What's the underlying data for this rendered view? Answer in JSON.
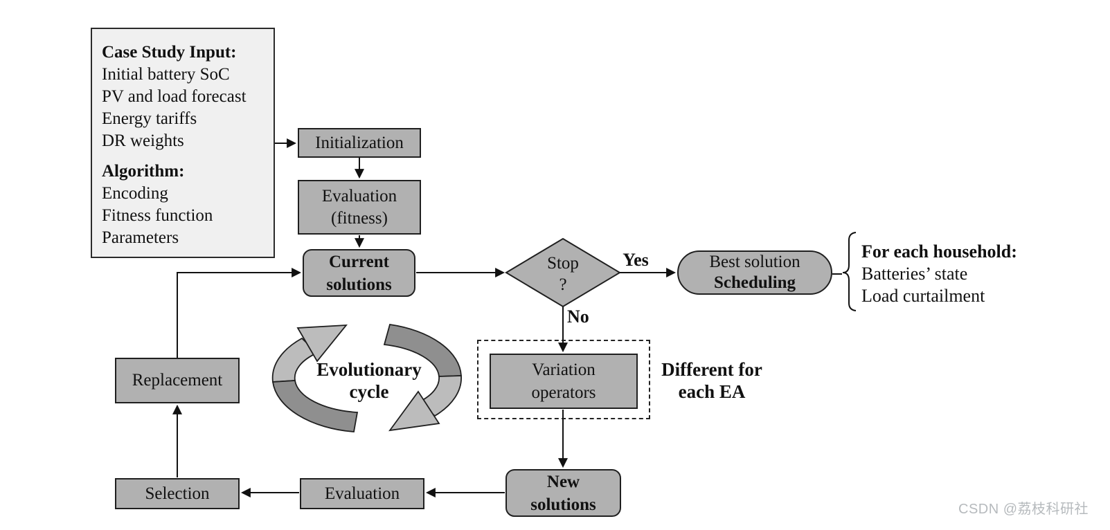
{
  "diagram": {
    "input_box": {
      "sections": [
        {
          "title": "Case Study Input:",
          "items": [
            "Initial battery SoC",
            "PV and load forecast",
            "Energy tariffs",
            "DR weights"
          ]
        },
        {
          "title": "Algorithm:",
          "items": [
            "Encoding",
            "Fitness function",
            "Parameters"
          ]
        }
      ]
    },
    "nodes": {
      "initialization": {
        "label": "Initialization"
      },
      "evaluation_fitness": {
        "lines": [
          "Evaluation",
          "(fitness)"
        ]
      },
      "current_solutions": {
        "lines": [
          "Current",
          "solutions"
        ]
      },
      "stop_decision": {
        "lines": [
          "Stop",
          "?"
        ]
      },
      "best_solution": {
        "line1": "Best solution",
        "line2": "Scheduling"
      },
      "variation_operators": {
        "lines": [
          "Variation",
          "operators"
        ]
      },
      "new_solutions": {
        "lines": [
          "New",
          "solutions"
        ]
      },
      "evaluation": {
        "label": "Evaluation"
      },
      "selection": {
        "label": "Selection"
      },
      "replacement": {
        "label": "Replacement"
      }
    },
    "edge_labels": {
      "yes": "Yes",
      "no": "No"
    },
    "annotations": {
      "household": {
        "title": "For each household:",
        "items": [
          "Batteries’ state",
          "Load curtailment"
        ]
      },
      "different_ea": {
        "lines": [
          "Different for",
          "each EA"
        ]
      },
      "evolutionary_cycle": {
        "lines": [
          "Evolutionary",
          "cycle"
        ]
      }
    },
    "colors": {
      "node_fill": "#b1b1b1",
      "input_box_fill": "#f0f0f0",
      "border": "#1f1f1f",
      "cycle_light": "#bcbcbc",
      "cycle_dark": "#8f8f8f",
      "watermark": "#b6babd"
    },
    "watermark": "CSDN @荔枝科研社"
  }
}
